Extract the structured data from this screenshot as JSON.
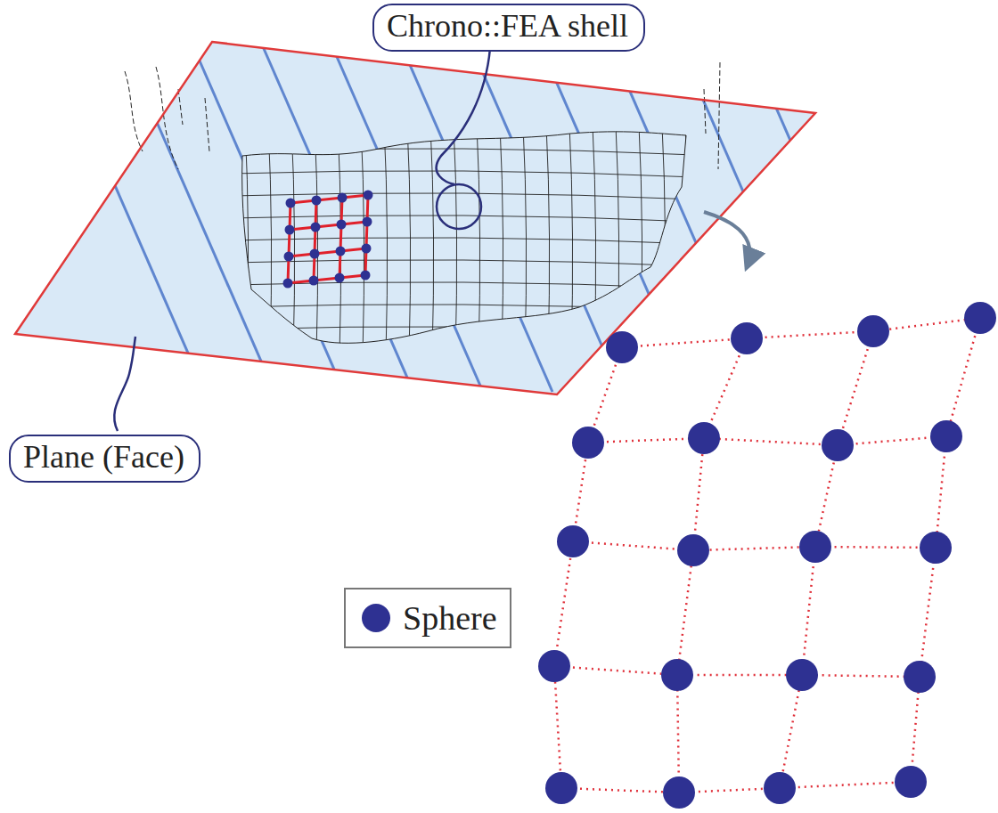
{
  "diagram": {
    "nodes": [
      {
        "text": [
          "Chrono::FEA shell"
        ]
      },
      {
        "text": [
          "Plane (Face)"
        ]
      }
    ],
    "legend": [
      {
        "text": "Sphere"
      }
    ]
  }
}
